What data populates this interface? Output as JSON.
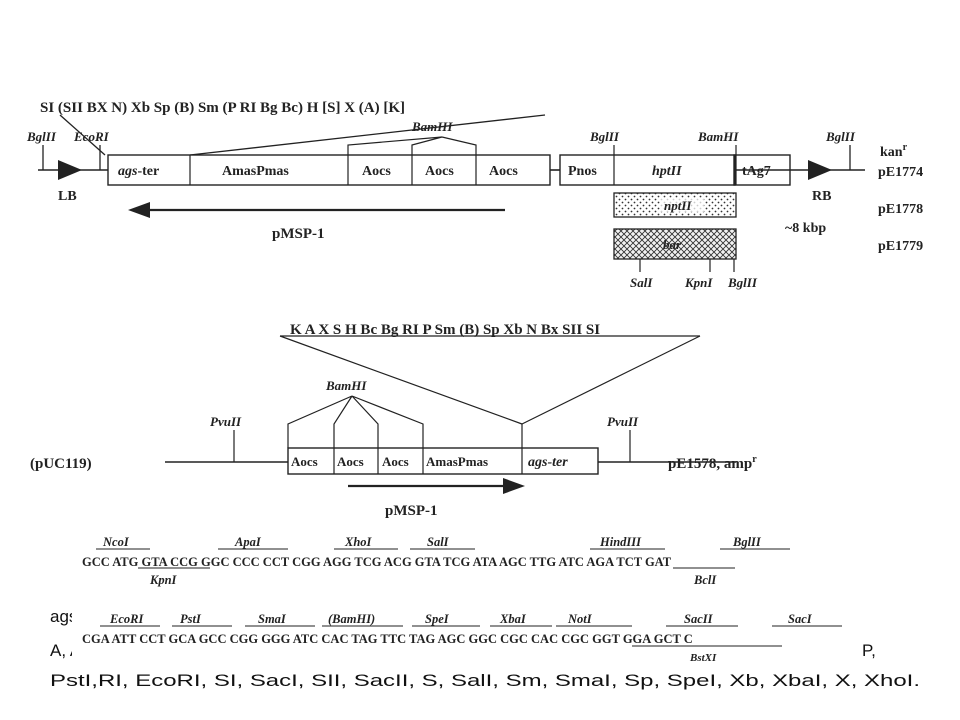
{
  "top": {
    "site_string": "SI (SII BX N) Xb Sp (B) Sm (P RI Bg Bc) H [S] X (A) [K]",
    "left_sites": [
      "BglII",
      "EcoRI"
    ],
    "bamhi": "BamHI",
    "bglii_mid": "BglII",
    "bamhi_right": "BamHI",
    "bglii_right": "BglII",
    "kanr": "kan",
    "kanr_sup": "r",
    "blocks": {
      "ags_ter_a": "ags",
      "ags_ter_b": "-ter",
      "amaspmas": "AmasPmas",
      "aocs1": "Aocs",
      "aocs2": "Aocs",
      "aocs3": "Aocs",
      "pnos": "Pnos",
      "hptii": "hptII",
      "tag7": "tAg7",
      "nptii": "nptII",
      "bar": "bar"
    },
    "lb": "LB",
    "rb": "RB",
    "size": "~8 kbp",
    "pmsp1": "pMSP-1",
    "plasmids": [
      "pE1774",
      "pE1778",
      "pE1779"
    ],
    "bottom_sites": [
      "SalI",
      "KpnI",
      "BglII"
    ]
  },
  "bottom": {
    "site_string": "K A X S H Bc Bg RI P Sm (B) Sp Xb N Bx SII SI",
    "bamhi": "BamHI",
    "pvuii_left": "PvuII",
    "pvuii_right": "PvuII",
    "puc": "(pUC119)",
    "blocks": {
      "aocs1": "Aocs",
      "aocs2": "Aocs",
      "aocs3": "Aocs",
      "amaspmas": "AmasPmas",
      "ags_ter": "ags-ter"
    },
    "label": "pE1578, amp",
    "label_sup": "r",
    "pmsp1": "pMSP-1"
  },
  "sequence": {
    "row1_sites": [
      "NcoI",
      "ApaI",
      "XhoI",
      "SalI",
      "HindIII",
      "BglII"
    ],
    "row1_seq": "GCC ATG GTA CCG GGC CCC CCT CGG AGG TCG ACG GTA TCG ATA AGC TTG ATC AGA TCT GAT",
    "row1_below": [
      "KpnI",
      "BclI"
    ],
    "row2_sites": [
      "EcoRI",
      "PstI",
      "SmaI",
      "(BamHI)",
      "SpeI",
      "XbaI",
      "NotI",
      "SacII",
      "SacI"
    ],
    "row2_seq": "CGA ATT CCT GCA GCC CGG GGG ATC CAC TAG TTC TAG AGC GGC CGC CAC CGC GGT GGA GCT C",
    "row2_below": [
      "BstXI"
    ]
  },
  "caption": {
    "line1": "ags",
    "line2a": "A, A",
    "line2b": "P,",
    "line3": "PstI,RI, EcoRI, SI, SacI, SII, SacII, S, SalI, Sm, SmaI, Sp, SpeI, Xb, XbaI, X, XhoI."
  }
}
